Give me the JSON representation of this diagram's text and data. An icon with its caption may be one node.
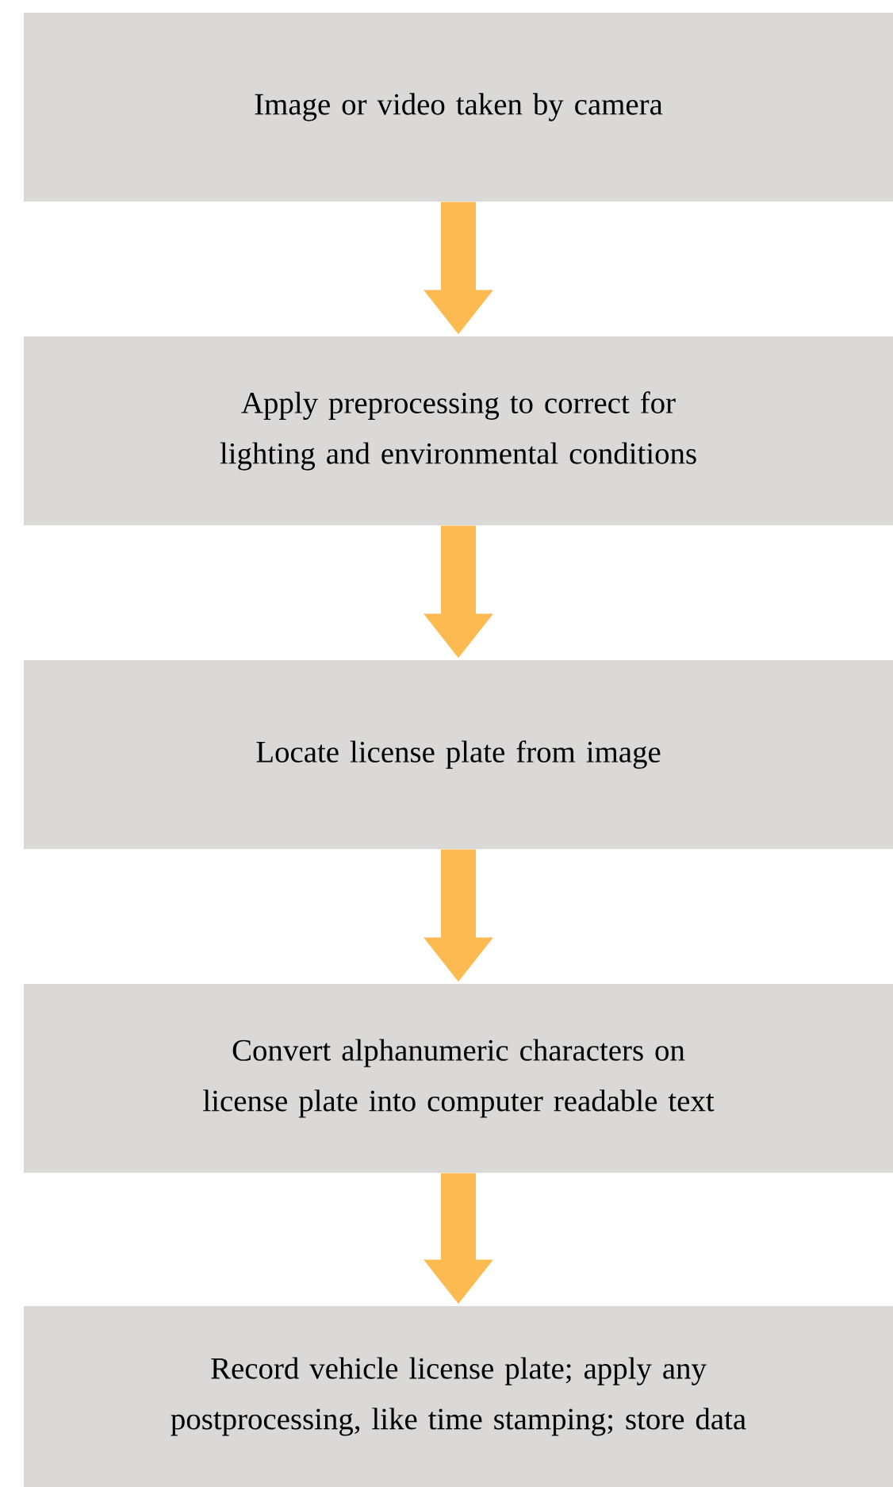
{
  "diagram": {
    "nodes": [
      {
        "text": [
          "Image or video taken by camera"
        ]
      },
      {
        "text": [
          "Apply preprocessing to correct for lighting and environmental conditions"
        ]
      },
      {
        "text": [
          "Locate license plate from image"
        ]
      },
      {
        "text": [
          "Convert alphanumeric characters on license plate into computer readable text"
        ]
      },
      {
        "text": [
          "Record vehicle license plate; apply any postprocessing, like time stamping; store data"
        ]
      }
    ],
    "edges": [
      {
        "from": 0,
        "to": 1,
        "arrow": "to"
      },
      {
        "from": 1,
        "to": 2,
        "arrow": "to"
      },
      {
        "from": 2,
        "to": 3,
        "arrow": "to"
      },
      {
        "from": 3,
        "to": 4,
        "arrow": "to"
      }
    ]
  }
}
